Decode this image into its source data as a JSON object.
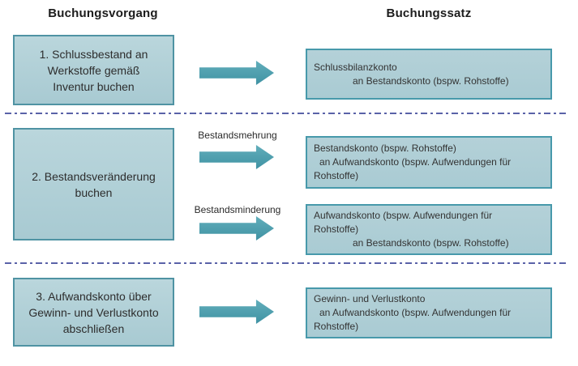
{
  "headers": {
    "left": "Buchungsvorgang",
    "right": "Buchungssatz"
  },
  "colors": {
    "box_fill": "#aecdd5",
    "box_border": "#4a93a4",
    "arrow": "#4aa0b0",
    "divider": "#5a62a8",
    "text": "#2d2d2d"
  },
  "rows": [
    {
      "step": [
        "1. Schlussbestand an",
        "Werkstoffe gemäß",
        "Inventur buchen"
      ],
      "arrow_labels": [],
      "entries": [
        {
          "lines": [
            "Schlussbilanzkonto",
            "an Bestandskonto (bspw. Rohstoffe)"
          ]
        }
      ]
    },
    {
      "step": [
        "2. Bestandsveränderung",
        "buchen"
      ],
      "arrow_labels": [
        "Bestandsmehrung",
        "Bestandsminderung"
      ],
      "entries": [
        {
          "lines": [
            "Bestandskonto (bspw. Rohstoffe)",
            "an Aufwandskonto (bspw. Aufwendungen für",
            "Rohstoffe)"
          ]
        },
        {
          "lines": [
            "Aufwandskonto (bspw. Aufwendungen für",
            "Rohstoffe)",
            "an Bestandskonto (bspw. Rohstoffe)"
          ]
        }
      ]
    },
    {
      "step": [
        "3. Aufwandskonto über",
        "Gewinn- und Verlustkonto",
        "abschließen"
      ],
      "arrow_labels": [],
      "entries": [
        {
          "lines": [
            "Gewinn- und Verlustkonto",
            "an Aufwandskonto (bspw. Aufwendungen für",
            "Rohstoffe)"
          ]
        }
      ]
    }
  ]
}
